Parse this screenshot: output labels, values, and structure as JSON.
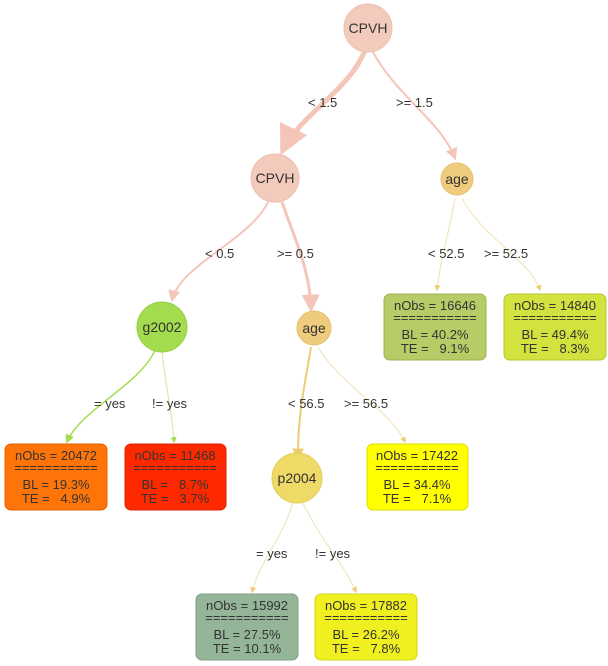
{
  "tree": {
    "nodes": {
      "root": {
        "label": "CPVH",
        "color": "#f3cbbd"
      },
      "cpvh2": {
        "label": "CPVH",
        "color": "#f3cbbd"
      },
      "age_right": {
        "label": "age",
        "color": "#efcb7e"
      },
      "g2002": {
        "label": "g2002",
        "color": "#a3dc4e"
      },
      "age_mid": {
        "label": "age",
        "color": "#efcb7e"
      },
      "p2004": {
        "label": "p2004",
        "color": "#efd967"
      }
    },
    "leaves": {
      "leaf_16646": {
        "nobs": "nObs = 16646",
        "sep": "===========",
        "bl": "BL = 40.2%",
        "te": "TE =   9.1%",
        "color": "#b6cc66"
      },
      "leaf_14840": {
        "nobs": "nObs = 14840",
        "sep": "===========",
        "bl": "BL = 49.4%",
        "te": "TE =   8.3%",
        "color": "#d3e23f"
      },
      "leaf_20472": {
        "nobs": "nObs = 20472",
        "sep": "===========",
        "bl": "BL = 19.3%",
        "te": "TE =   4.9%",
        "color": "#ff7409"
      },
      "leaf_11468": {
        "nobs": "nObs = 11468",
        "sep": "===========",
        "bl": "BL =   8.7%",
        "te": "TE =   3.7%",
        "color": "#ff2900"
      },
      "leaf_17422": {
        "nobs": "nObs = 17422",
        "sep": "===========",
        "bl": "BL = 34.4%",
        "te": "TE =   7.1%",
        "color": "#ffff00"
      },
      "leaf_15992": {
        "nobs": "nObs = 15992",
        "sep": "===========",
        "bl": "BL = 27.5%",
        "te": "TE = 10.1%",
        "color": "#95b598"
      },
      "leaf_17882": {
        "nobs": "nObs = 17882",
        "sep": "===========",
        "bl": "BL = 26.2%",
        "te": "TE =   7.8%",
        "color": "#f0f021"
      }
    },
    "edges": {
      "root_left": "< 1.5",
      "root_right": ">= 1.5",
      "cpvh2_left": "< 0.5",
      "cpvh2_right": ">= 0.5",
      "ager_left": "< 52.5",
      "ager_right": ">= 52.5",
      "g2002_left": "= yes",
      "g2002_right": "!= yes",
      "agem_left": "< 56.5",
      "agem_right": ">= 56.5",
      "p2004_left": "= yes",
      "p2004_right": "!= yes"
    }
  }
}
